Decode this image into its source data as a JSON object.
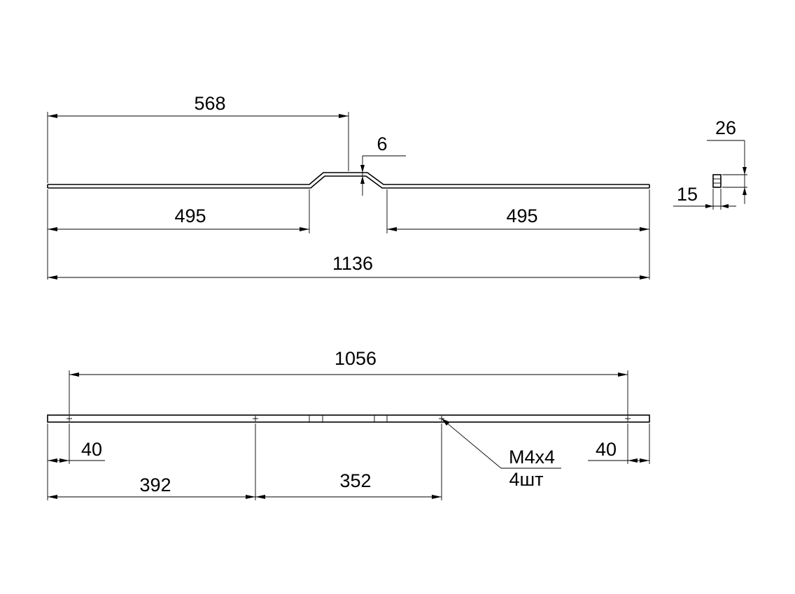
{
  "top_view": {
    "dims": {
      "half_length": "568",
      "offset": "6",
      "left_length": "495",
      "right_length": "495",
      "total_length": "1136"
    }
  },
  "side_view": {
    "dims": {
      "height": "26",
      "width": "15"
    }
  },
  "bottom_view": {
    "dims": {
      "hole_span": "1056",
      "left_margin": "40",
      "right_margin": "40",
      "first_spacing": "392",
      "second_spacing": "352"
    },
    "callout": {
      "thread": "M4x4",
      "quantity": "4шт"
    }
  },
  "colors": {
    "line": "#000000",
    "background": "#ffffff"
  }
}
